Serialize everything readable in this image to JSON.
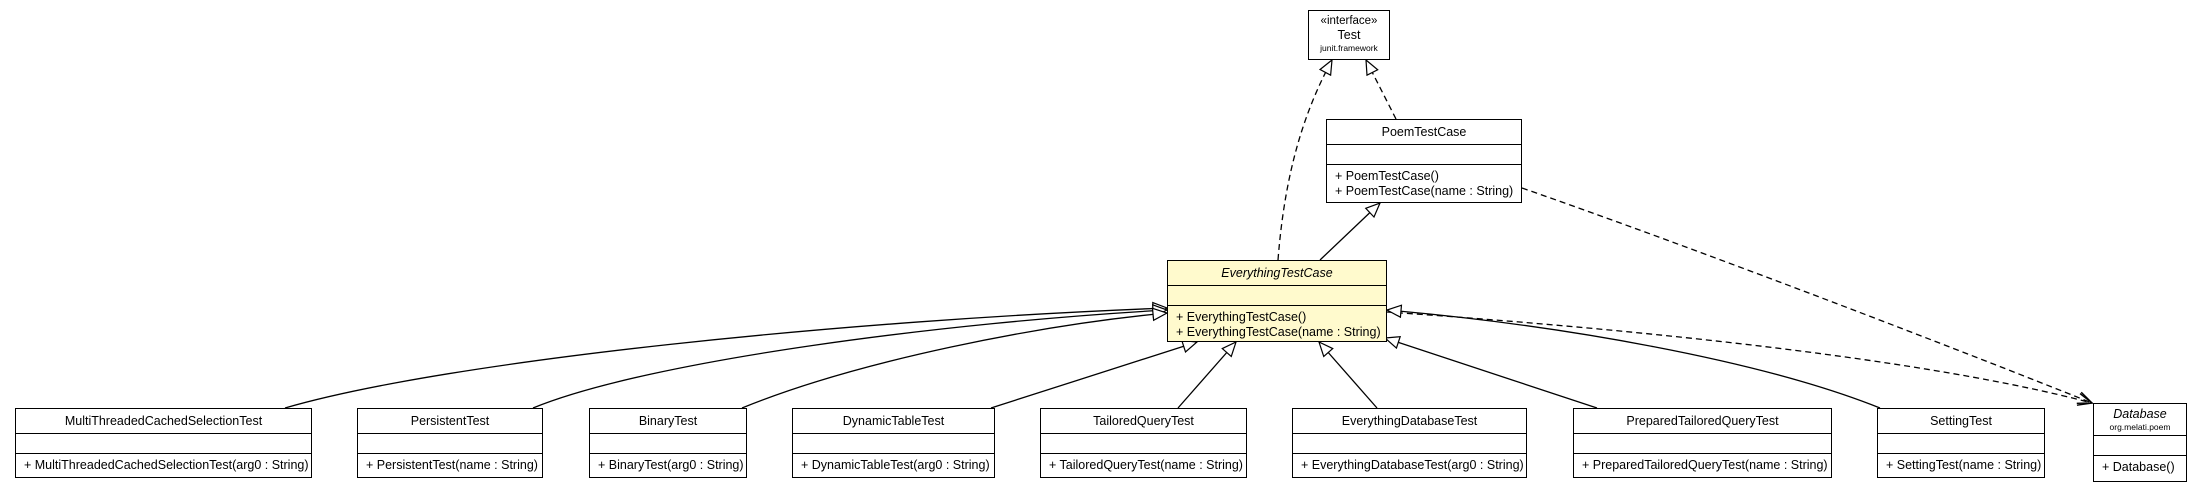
{
  "classes": {
    "test": {
      "stereotype": "«interface»",
      "name": "Test",
      "package": "junit.framework"
    },
    "poem_test_case": {
      "name": "PoemTestCase",
      "operations": [
        "+ PoemTestCase()",
        "+ PoemTestCase(name : String)"
      ]
    },
    "everything_test_case": {
      "name": "EverythingTestCase",
      "operations": [
        "+ EverythingTestCase()",
        "+ EverythingTestCase(name : String)"
      ]
    },
    "database": {
      "name": "Database",
      "package": "org.melati.poem",
      "operations": [
        "+ Database()"
      ]
    },
    "multi_threaded": {
      "name": "MultiThreadedCachedSelectionTest",
      "operations": [
        "+ MultiThreadedCachedSelectionTest(arg0 : String)"
      ]
    },
    "persistent": {
      "name": "PersistentTest",
      "operations": [
        "+ PersistentTest(name : String)"
      ]
    },
    "binary": {
      "name": "BinaryTest",
      "operations": [
        "+ BinaryTest(arg0 : String)"
      ]
    },
    "dynamic_table": {
      "name": "DynamicTableTest",
      "operations": [
        "+ DynamicTableTest(arg0 : String)"
      ]
    },
    "tailored_query": {
      "name": "TailoredQueryTest",
      "operations": [
        "+ TailoredQueryTest(name : String)"
      ]
    },
    "everything_database": {
      "name": "EverythingDatabaseTest",
      "operations": [
        "+ EverythingDatabaseTest(arg0 : String)"
      ]
    },
    "prepared_tailored": {
      "name": "PreparedTailoredQueryTest",
      "operations": [
        "+ PreparedTailoredQueryTest(name : String)"
      ]
    },
    "setting": {
      "name": "SettingTest",
      "operations": [
        "+ SettingTest(name : String)"
      ]
    }
  },
  "colors": {
    "highlight_fill": "#fffacd",
    "line": "#000000",
    "background": "#ffffff"
  }
}
